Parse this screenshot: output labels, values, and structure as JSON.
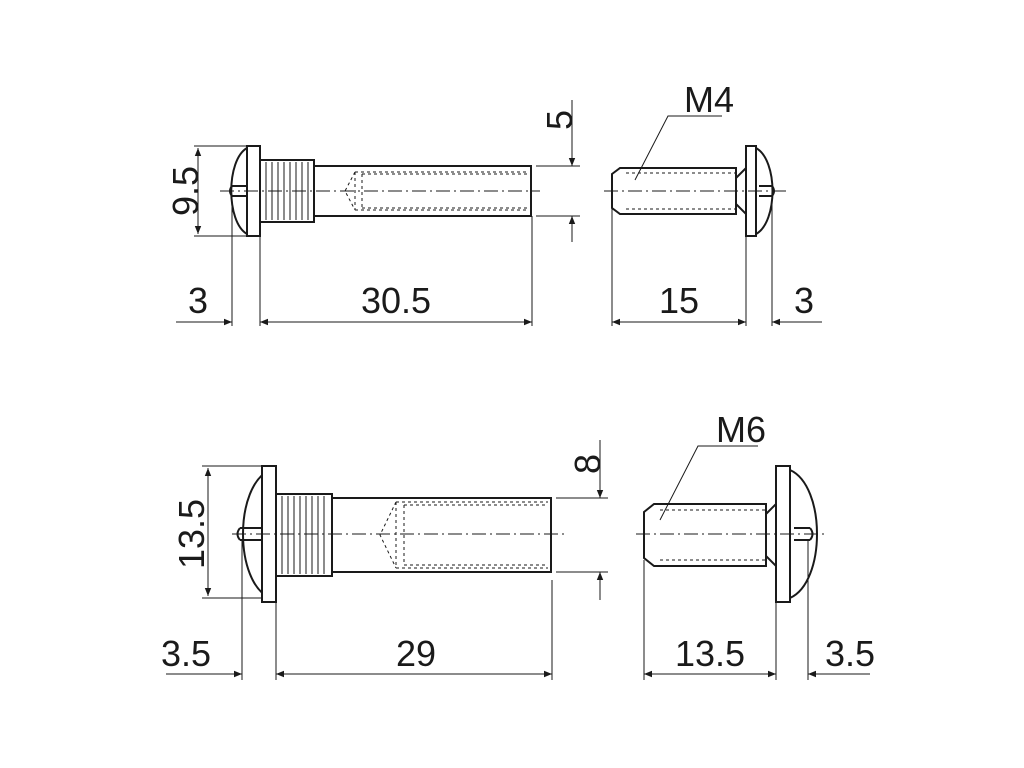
{
  "top_row": {
    "head_height": "9.5",
    "head_thickness_left": "3",
    "sleeve_length": "30.5",
    "bore_diameter": "5",
    "thread": "M4",
    "screw_length": "15",
    "head_thickness_right": "3"
  },
  "bottom_row": {
    "head_height": "13.5",
    "head_thickness_left": "3.5",
    "sleeve_length": "29",
    "bore_diameter": "8",
    "thread": "M6",
    "screw_length": "13.5",
    "head_thickness_right": "3.5"
  }
}
